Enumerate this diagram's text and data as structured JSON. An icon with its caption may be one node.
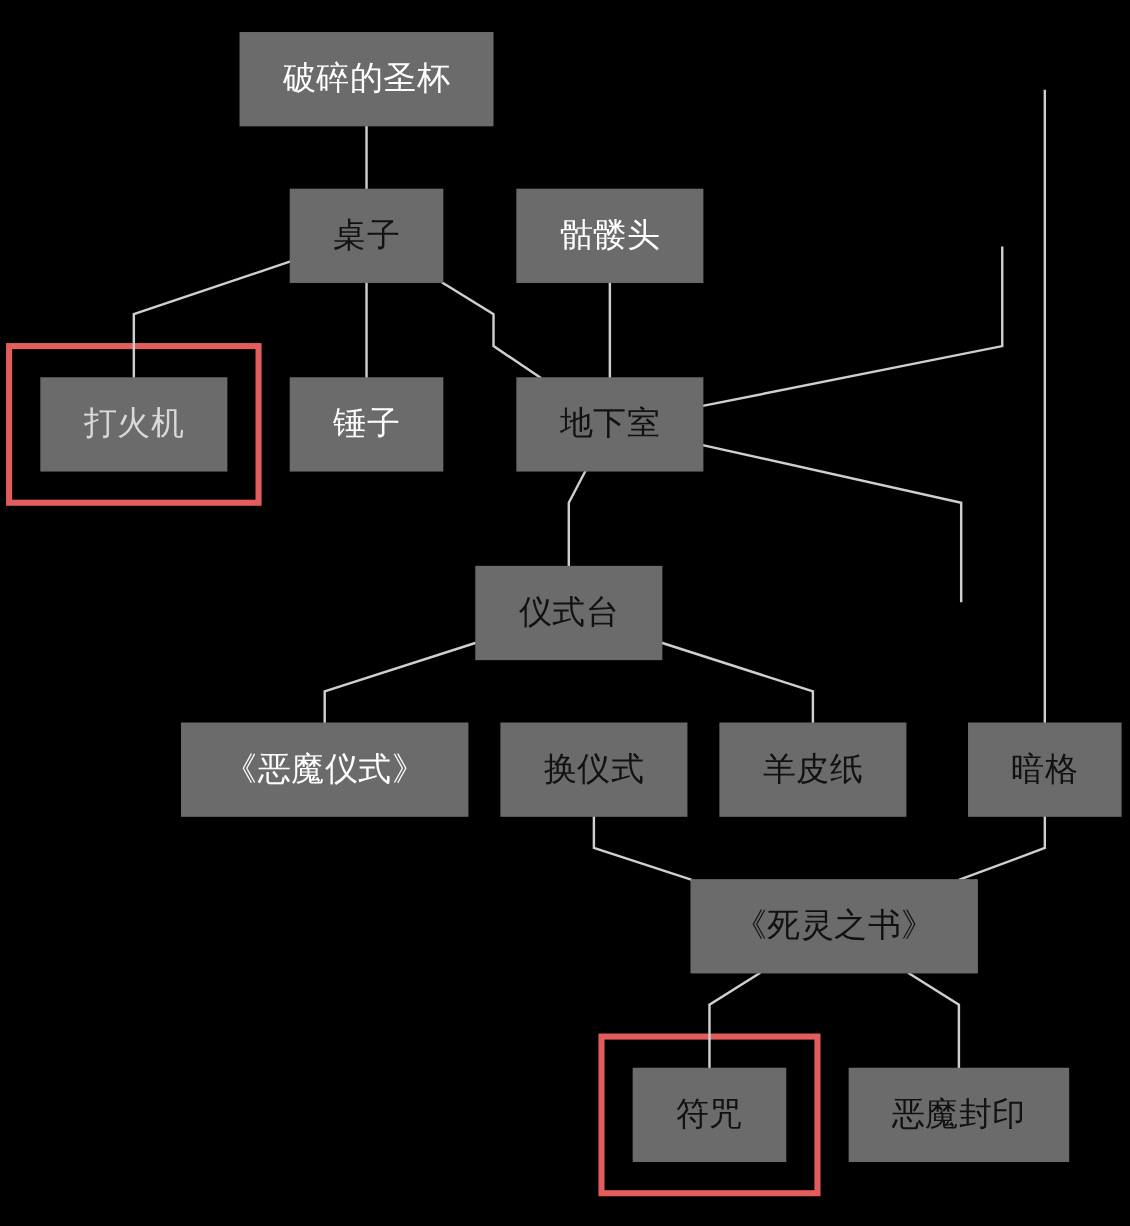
{
  "diagram": {
    "nodes": [
      {
        "text": [
          "破碎的圣杯"
        ]
      },
      {
        "text": [
          "骷髅头"
        ]
      },
      {
        "text": [],
        "shape": "box"
      },
      {
        "text": [
          "打火机"
        ],
        "in": 2
      },
      {
        "text": [
          "桌子"
        ]
      },
      {
        "text": [
          "地下室"
        ]
      },
      {
        "text": [
          "锤子"
        ]
      },
      {
        "text": [
          "仪式台"
        ]
      },
      {
        "text": [
          "《恶魔仪式》"
        ]
      },
      {
        "text": [
          "暗格"
        ]
      },
      {
        "text": [
          "羊皮纸"
        ]
      },
      {
        "text": [
          "换仪式"
        ]
      },
      {
        "text": [
          "《死灵之书》"
        ]
      },
      {
        "text": [],
        "shape": "box"
      },
      {
        "text": [
          "符咒"
        ],
        "in": 13
      },
      {
        "text": [
          "恶魔封印"
        ]
      }
    ],
    "edges": [
      {
        "from": null,
        "to": 5,
        "arrow": "none"
      },
      {
        "from": 1,
        "to": 5,
        "arrow": "none"
      },
      {
        "from": 4,
        "to": 5,
        "arrow": "none"
      },
      {
        "from": 5,
        "to": 7,
        "arrow": "none"
      },
      {
        "from": 5,
        "to": null,
        "arrow": "none"
      },
      {
        "from": null,
        "to": 9,
        "arrow": "none"
      },
      {
        "from": 0,
        "to": 4,
        "arrow": "none"
      },
      {
        "from": 4,
        "to": 3,
        "arrow": "none"
      },
      {
        "from": 4,
        "to": 6,
        "arrow": "none"
      },
      {
        "from": 7,
        "to": 8,
        "arrow": "none"
      },
      {
        "from": 7,
        "to": 10,
        "arrow": "none"
      },
      {
        "from": 9,
        "to": 12,
        "arrow": "none"
      },
      {
        "from": 11,
        "to": 12,
        "arrow": "none"
      },
      {
        "from": 12,
        "to": 14,
        "arrow": "none"
      },
      {
        "from": 12,
        "to": 15,
        "arrow": "none"
      }
    ]
  }
}
